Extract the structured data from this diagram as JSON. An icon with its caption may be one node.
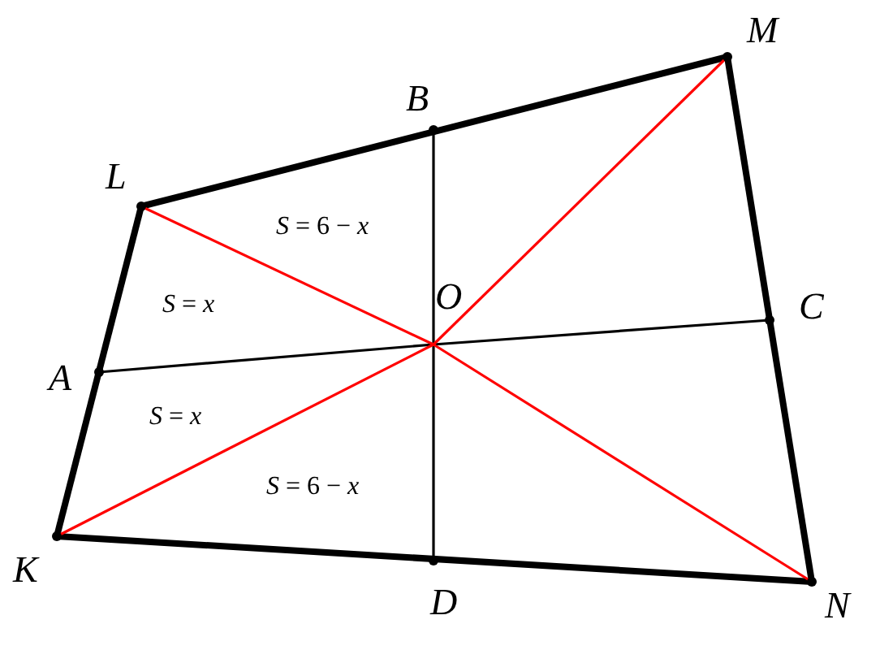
{
  "diagram": {
    "nodes": [
      {
        "text": [
          "M"
        ]
      },
      {
        "text": [
          "B"
        ]
      },
      {
        "text": [
          "L"
        ]
      },
      {
        "text": [
          "O"
        ]
      },
      {
        "text": [
          "C"
        ]
      },
      {
        "text": [
          "A"
        ]
      },
      {
        "text": [
          "K"
        ]
      },
      {
        "text": [
          "N"
        ]
      },
      {
        "text": [
          "D"
        ]
      }
    ],
    "edges": [
      {
        "from": 2,
        "to": 0,
        "arrow": "none",
        "style": "thick"
      },
      {
        "from": 0,
        "to": 7,
        "arrow": "none",
        "style": "thick"
      },
      {
        "from": 7,
        "to": 6,
        "arrow": "none",
        "style": "thick"
      },
      {
        "from": 6,
        "to": 2,
        "arrow": "none",
        "style": "thick"
      },
      {
        "from": 5,
        "to": 3,
        "arrow": "none"
      },
      {
        "from": 3,
        "to": 4,
        "arrow": "none"
      },
      {
        "from": 1,
        "to": 3,
        "arrow": "none"
      },
      {
        "from": 3,
        "to": 8,
        "arrow": "none"
      },
      {
        "from": 2,
        "to": 3,
        "arrow": "none",
        "color": "#ff0000"
      },
      {
        "from": 3,
        "to": 7,
        "arrow": "none",
        "color": "#ff0000"
      },
      {
        "from": 6,
        "to": 3,
        "arrow": "none",
        "color": "#ff0000"
      },
      {
        "from": 3,
        "to": 0,
        "arrow": "none",
        "color": "#ff0000"
      }
    ],
    "labels": [
      "*S* = 6 − *x*",
      "*S* = *x*",
      "*S* = *x*",
      "*S* = 6 − *x*"
    ]
  }
}
